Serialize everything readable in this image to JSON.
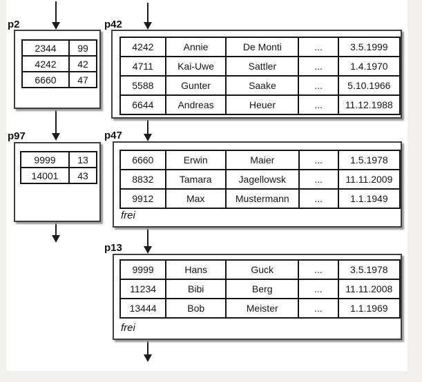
{
  "colors": {
    "line": "#1c1c1c",
    "box_border": "#3e3e3e",
    "box_shadow": "#9a9a9a",
    "margin_background": "#f2f0ef"
  },
  "pages": {
    "p2": {
      "label": "p2",
      "rows": [
        [
          "2344",
          "99"
        ],
        [
          "4242",
          "42"
        ],
        [
          "6660",
          "47"
        ]
      ]
    },
    "p97": {
      "label": "p97",
      "rows": [
        [
          "9999",
          "13"
        ],
        [
          "14001",
          "43"
        ]
      ]
    },
    "p42": {
      "label": "p42",
      "rows": [
        [
          "4242",
          "Annie",
          "De Monti",
          "...",
          "3.5.1999"
        ],
        [
          "4711",
          "Kai-Uwe",
          "Sattler",
          "...",
          "1.4.1970"
        ],
        [
          "5588",
          "Gunter",
          "Saake",
          "...",
          "5.10.1966"
        ],
        [
          "6644",
          "Andreas",
          "Heuer",
          "...",
          "11.12.1988"
        ]
      ]
    },
    "p47": {
      "label": "p47",
      "rows": [
        [
          "6660",
          "Erwin",
          "Maier",
          "...",
          "1.5.1978"
        ],
        [
          "8832",
          "Tamara",
          "Jagellowsk",
          "...",
          "11.11.2009"
        ],
        [
          "9912",
          "Max",
          "Mustermann",
          "...",
          "1.1.1949"
        ]
      ],
      "free_label": "frei"
    },
    "p13": {
      "label": "p13",
      "rows": [
        [
          "9999",
          "Hans",
          "Guck",
          "...",
          "3.5.1978"
        ],
        [
          "11234",
          "Bibi",
          "Berg",
          "...",
          "11.11.2008"
        ],
        [
          "13444",
          "Bob",
          "Meister",
          "...",
          "1.1.1969"
        ]
      ],
      "free_label": "frei"
    }
  }
}
